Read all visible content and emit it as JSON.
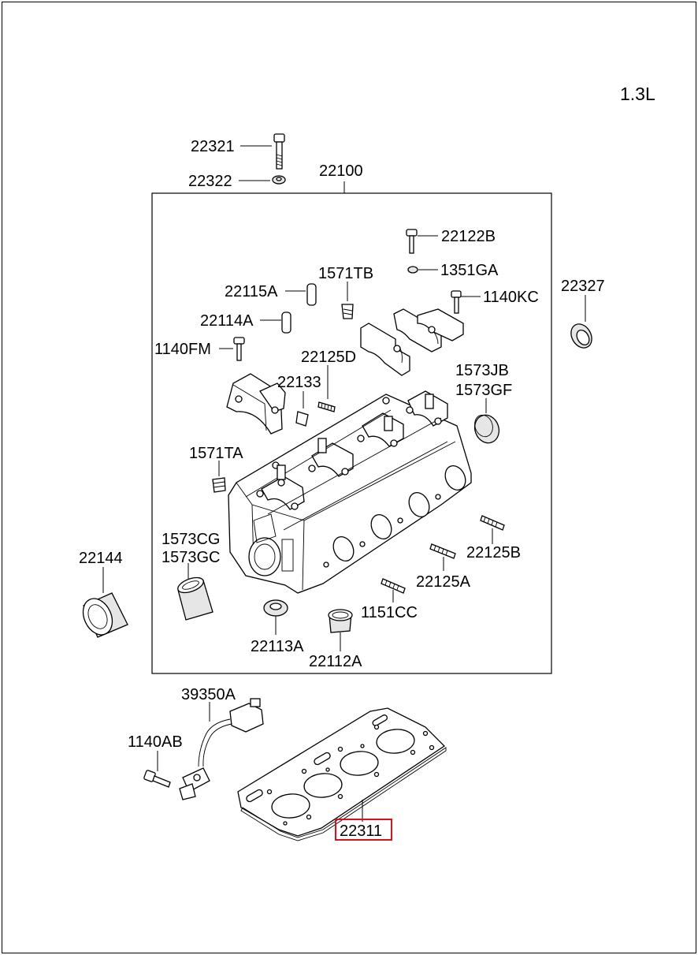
{
  "engine_label": "1.3L",
  "labels": {
    "p22321": "22321",
    "p22322": "22322",
    "p22100": "22100",
    "p22122B": "22122B",
    "p1351GA": "1351GA",
    "p1571TB": "1571TB",
    "p22115A": "22115A",
    "p1140KC": "1140KC",
    "p22327": "22327",
    "p22114A": "22114A",
    "p1140FM": "1140FM",
    "p22125D": "22125D",
    "p22133": "22133",
    "p1573JB": "1573JB",
    "p1573GF": "1573GF",
    "p1571TA": "1571TA",
    "p1573CG": "1573CG",
    "p1573GC": "1573GC",
    "p22144": "22144",
    "p22125B": "22125B",
    "p22125A": "22125A",
    "p1151CC": "1151CC",
    "p22113A": "22113A",
    "p22112A": "22112A",
    "p39350A": "39350A",
    "p1140AB": "1140AB",
    "p22311": "22311"
  },
  "highlighted_part": "22311",
  "colors": {
    "highlight": "#d8121b",
    "line": "#000000",
    "background": "#ffffff"
  }
}
